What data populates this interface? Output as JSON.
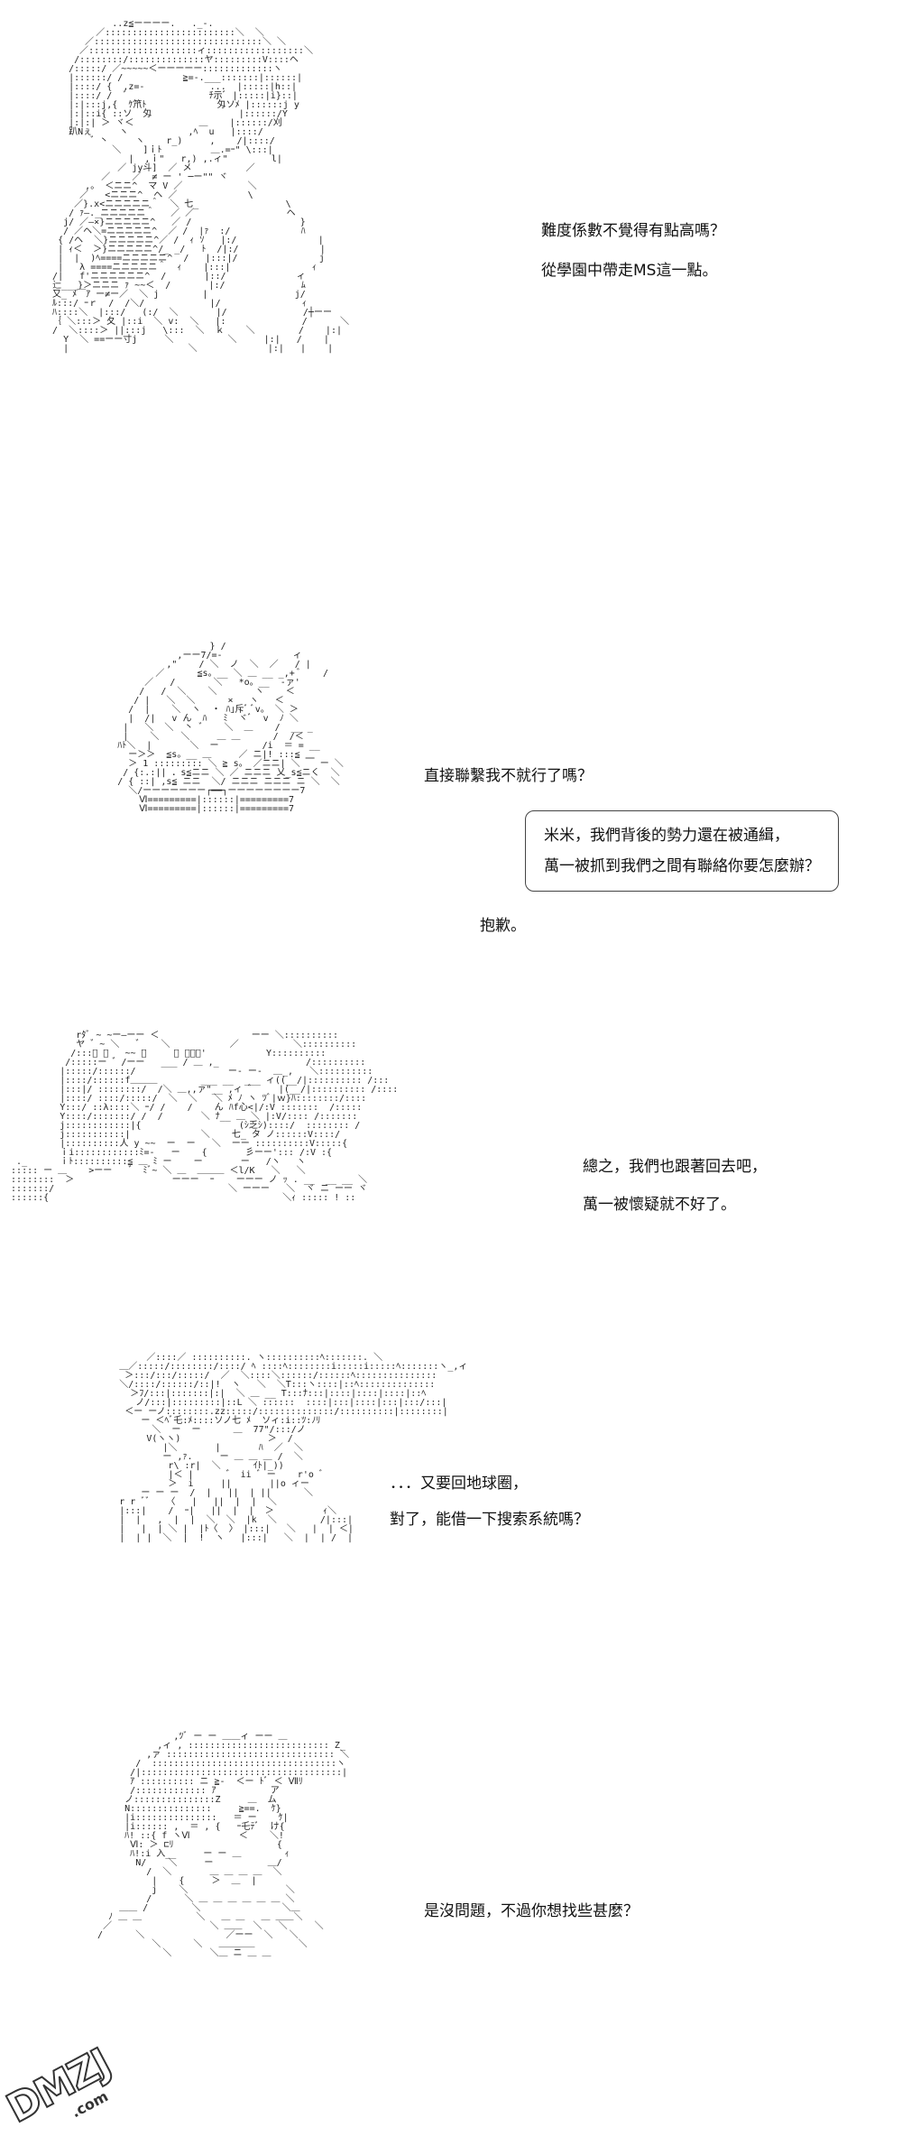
{
  "panels": [
    {
      "lines": [
        "難度係數不覺得有點高嗎？",
        "從學園中帶走MS這一點。"
      ]
    },
    {
      "lines": [
        "直接聯繫我不就行了嗎？"
      ],
      "bubble": [
        "米米，我們背後的勢力還在被通緝，",
        "萬一被抓到我們之間有聯絡你要怎麼辦？"
      ],
      "after": "抱歉。"
    },
    {
      "lines": [
        "總之，我們也跟著回去吧，",
        "萬一被懷疑就不好了。"
      ]
    },
    {
      "lines": [
        "．．．又要回地球圈，",
        "對了，能借一下搜索系統嗎？"
      ]
    },
    {
      "lines": [
        "是沒問題，不過你想找些甚麼？"
      ]
    }
  ],
  "watermark": {
    "brand": "DMZJ",
    "domain": ".com"
  }
}
